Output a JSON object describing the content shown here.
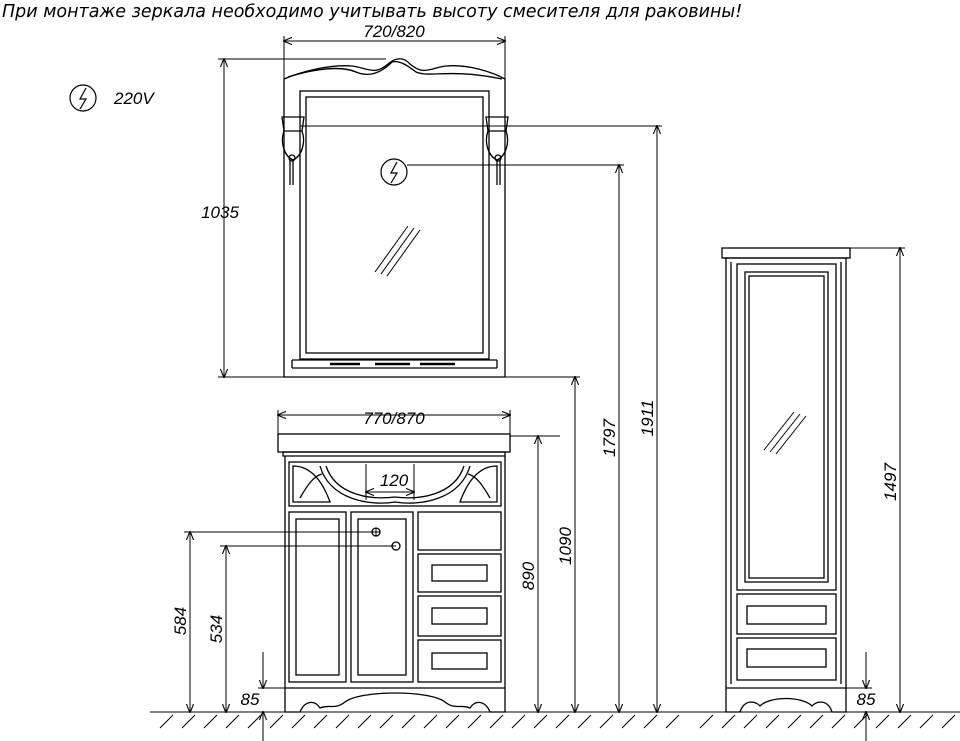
{
  "note": "При монтаже зеркала необходимо учитывать высоту смесителя для раковины!",
  "power_label": "220V",
  "dimensions": {
    "mirror_width": "720/820",
    "mirror_height": "1035",
    "vanity_width": "770/870",
    "faucet_spacing": "120",
    "height_1911": "1911",
    "height_1797": "1797",
    "height_1090": "1090",
    "height_890": "890",
    "height_584": "584",
    "height_534": "534",
    "plinth_left": "85",
    "plinth_right": "85",
    "cabinet_height": "1497"
  },
  "colors": {
    "line": "#000000",
    "background": "#ffffff"
  }
}
